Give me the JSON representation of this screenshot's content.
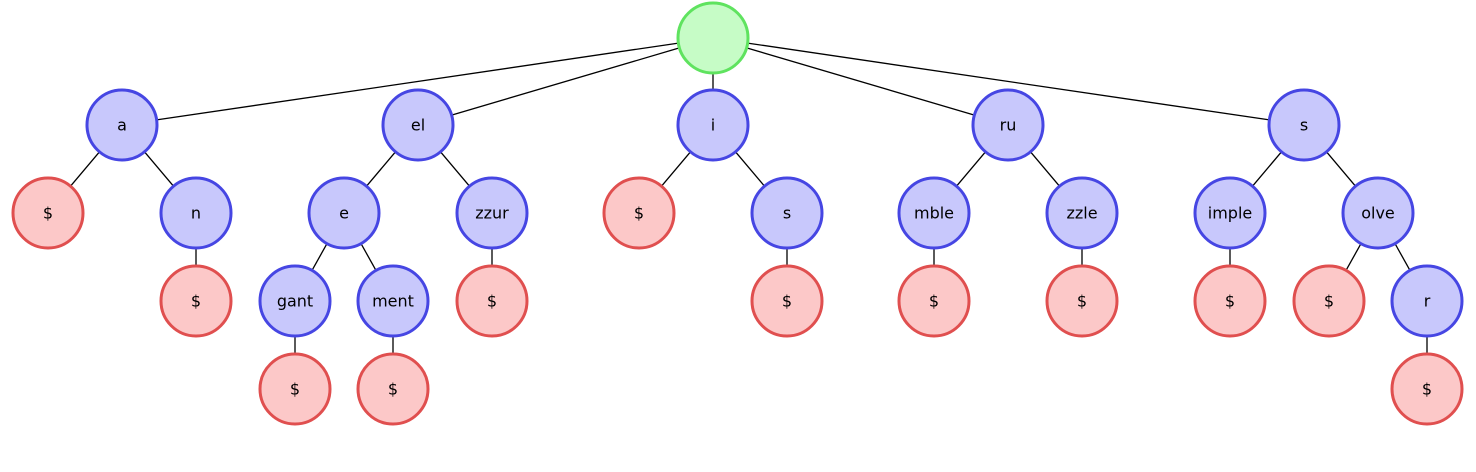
{
  "colors": {
    "root_fill": "#c6fcc6",
    "root_stroke": "#5fe35f",
    "inner_fill": "#c8c8fc",
    "inner_stroke": "#4646e3",
    "end_fill": "#fcc8c8",
    "end_stroke": "#e04f4f",
    "edge": "#000000"
  },
  "tree": {
    "label": "",
    "kind": "root",
    "children": [
      {
        "label": "a",
        "kind": "inner",
        "children": [
          {
            "label": "$",
            "kind": "end",
            "children": []
          },
          {
            "label": "n",
            "kind": "inner",
            "children": [
              {
                "label": "$",
                "kind": "end",
                "children": []
              }
            ]
          }
        ]
      },
      {
        "label": "el",
        "kind": "inner",
        "children": [
          {
            "label": "e",
            "kind": "inner",
            "children": [
              {
                "label": "gant",
                "kind": "inner",
                "children": [
                  {
                    "label": "$",
                    "kind": "end",
                    "children": []
                  }
                ]
              },
              {
                "label": "ment",
                "kind": "inner",
                "children": [
                  {
                    "label": "$",
                    "kind": "end",
                    "children": []
                  }
                ]
              }
            ]
          },
          {
            "label": "zzur",
            "kind": "inner",
            "children": [
              {
                "label": "$",
                "kind": "end",
                "children": []
              }
            ]
          }
        ]
      },
      {
        "label": "i",
        "kind": "inner",
        "children": [
          {
            "label": "$",
            "kind": "end",
            "children": []
          },
          {
            "label": "s",
            "kind": "inner",
            "children": [
              {
                "label": "$",
                "kind": "end",
                "children": []
              }
            ]
          }
        ]
      },
      {
        "label": "ru",
        "kind": "inner",
        "children": [
          {
            "label": "mble",
            "kind": "inner",
            "children": [
              {
                "label": "$",
                "kind": "end",
                "children": []
              }
            ]
          },
          {
            "label": "zzle",
            "kind": "inner",
            "children": [
              {
                "label": "$",
                "kind": "end",
                "children": []
              }
            ]
          }
        ]
      },
      {
        "label": "s",
        "kind": "inner",
        "children": [
          {
            "label": "imple",
            "kind": "inner",
            "children": [
              {
                "label": "$",
                "kind": "end",
                "children": []
              }
            ]
          },
          {
            "label": "olve",
            "kind": "inner",
            "children": [
              {
                "label": "$",
                "kind": "end",
                "children": []
              },
              {
                "label": "r",
                "kind": "inner",
                "children": [
                  {
                    "label": "$",
                    "kind": "end",
                    "children": []
                  }
                ]
              }
            ]
          }
        ]
      }
    ]
  }
}
